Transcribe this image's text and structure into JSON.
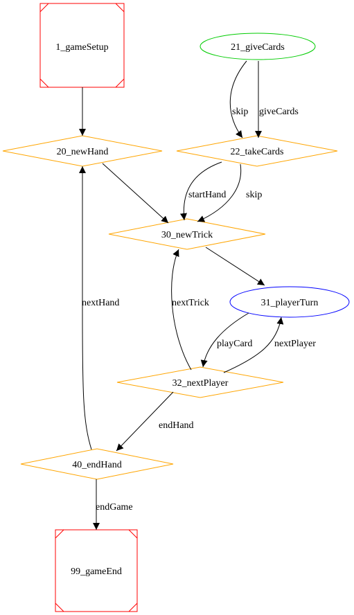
{
  "colors": {
    "terminal": "#ff0000",
    "state": "#ffa500",
    "start": "#00cc00",
    "turn": "#0000ff",
    "edge": "#000000"
  },
  "nodes": {
    "gameSetup": "1_gameSetup",
    "giveCards": "21_giveCards",
    "newHand": "20_newHand",
    "takeCards": "22_takeCards",
    "newTrick": "30_newTrick",
    "playerTurn": "31_playerTurn",
    "nextPlayer": "32_nextPlayer",
    "endHand": "40_endHand",
    "gameEnd": "99_gameEnd"
  },
  "edges": {
    "skip1": "skip",
    "giveCards": "giveCards",
    "startHand": "startHand",
    "skip2": "skip",
    "nextHand": "nextHand",
    "nextTrick": "nextTrick",
    "playCard": "playCard",
    "nextPlayer": "nextPlayer",
    "endHand": "endHand",
    "endGame": "endGame"
  }
}
